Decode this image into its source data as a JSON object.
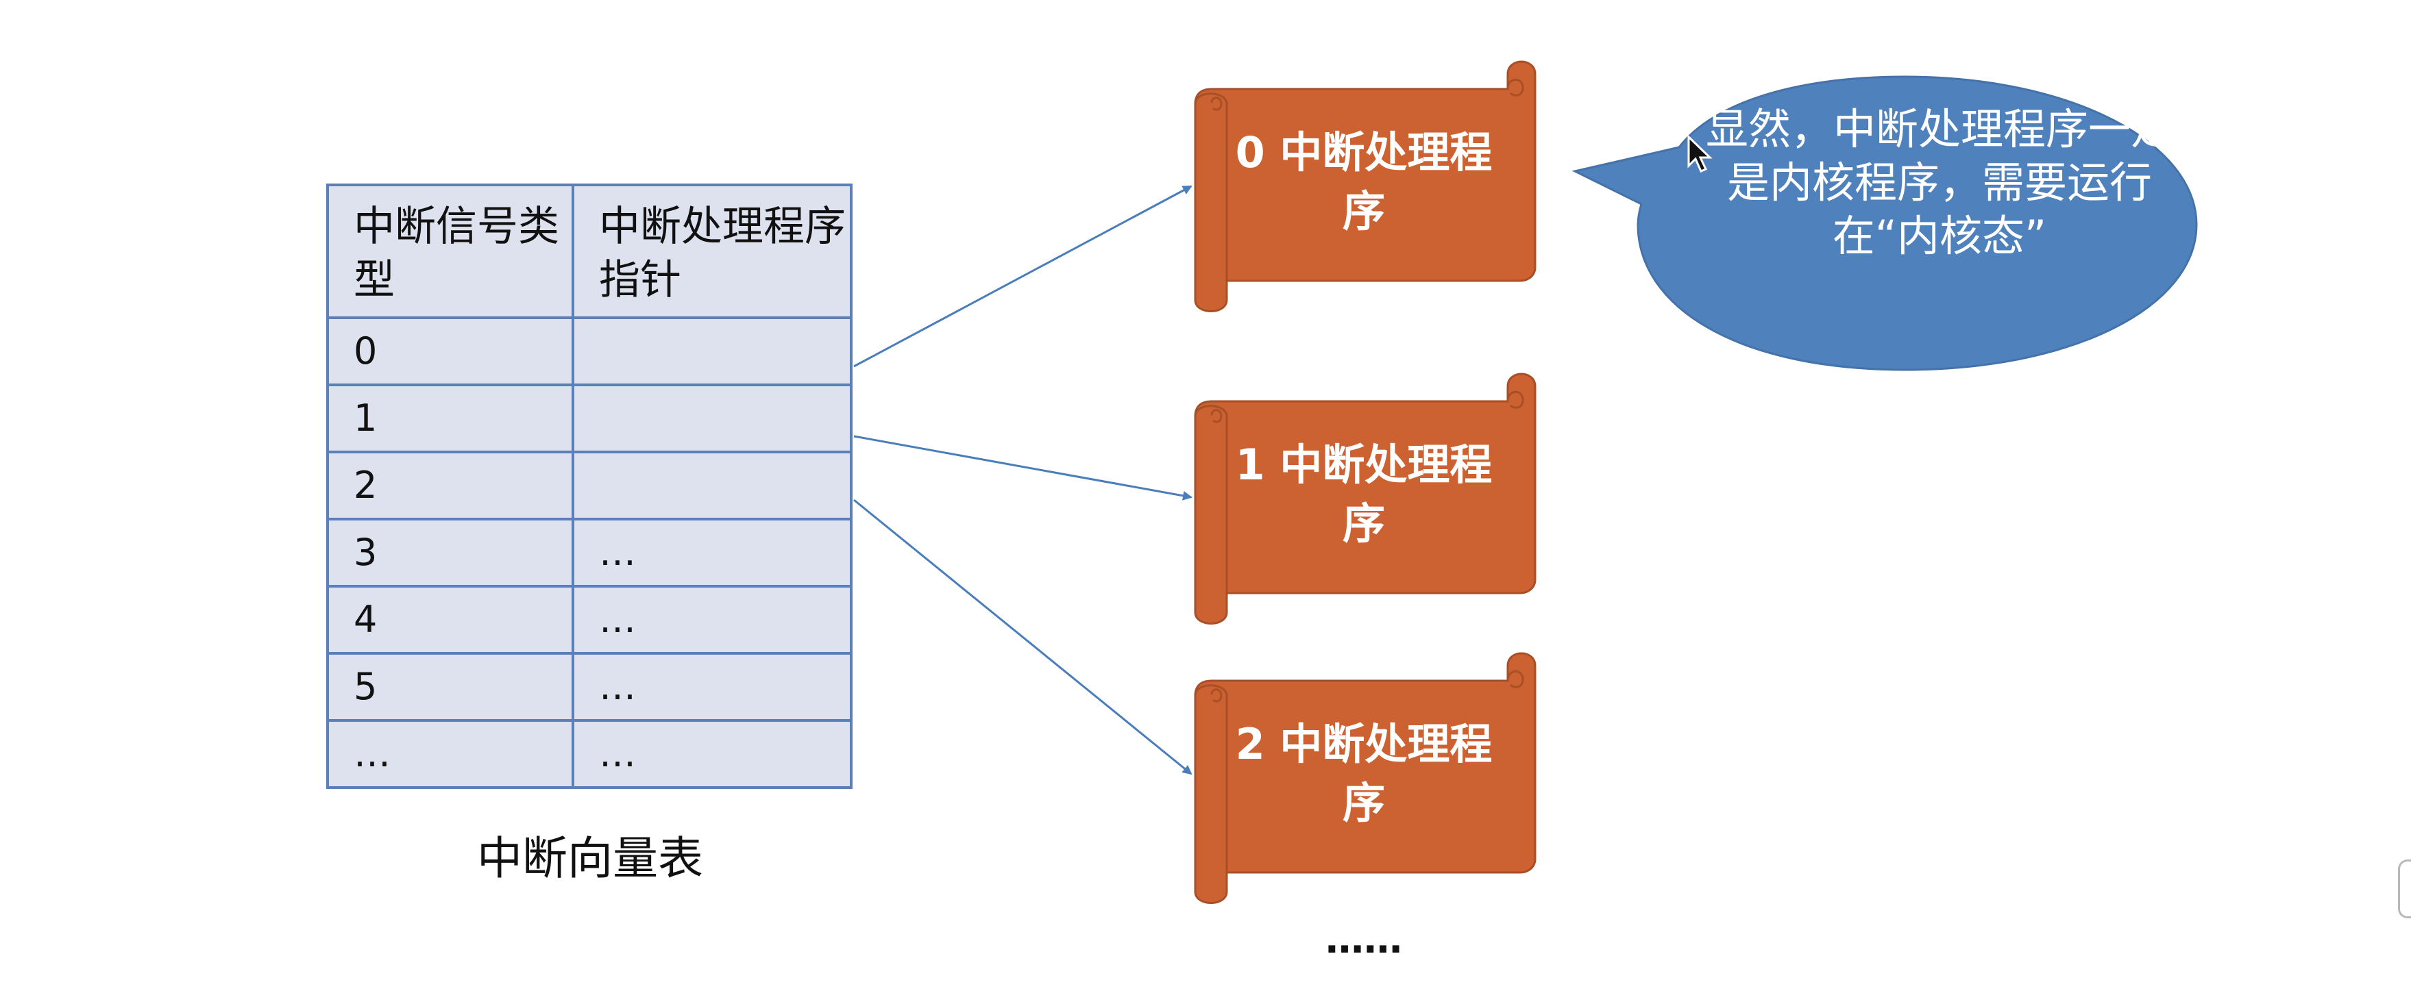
{
  "table": {
    "header": [
      "中断信号类型",
      "中断处理程序指针"
    ],
    "rows": [
      [
        "0",
        ""
      ],
      [
        "1",
        ""
      ],
      [
        "2",
        ""
      ],
      [
        "3",
        "…"
      ],
      [
        "4",
        "…"
      ],
      [
        "5",
        "…"
      ],
      [
        "…",
        "…"
      ]
    ],
    "caption": "中断向量表"
  },
  "handlers": [
    {
      "label": "0 中断处理程序"
    },
    {
      "label": "1 中断处理程序"
    },
    {
      "label": "2 中断处理程序"
    }
  ],
  "more": "……",
  "callout": {
    "text": "显然，中断处理程序一定是内核程序，需要运行在“内核态”"
  },
  "colors": {
    "table_fill": "#dde2ee",
    "table_border": "#5b7fb8",
    "scroll_fill": "#cc6132",
    "scroll_stroke": "#a94f26",
    "bubble_fill": "#4f81bd",
    "arrow": "#4a7ebb"
  }
}
